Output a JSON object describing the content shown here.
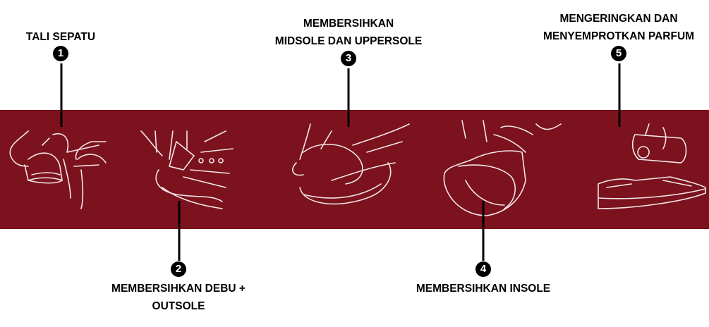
{
  "steps": [
    {
      "number": "1",
      "title_lines": [
        "TALI SEPATU"
      ]
    },
    {
      "number": "2",
      "title_lines": [
        "MEMBERSIHKAN DEBU +",
        "OUTSOLE"
      ]
    },
    {
      "number": "3",
      "title_lines": [
        "MEMBERSIHKAN",
        "MIDSOLE DAN UPPERSOLE"
      ]
    },
    {
      "number": "4",
      "title_lines": [
        "MEMBERSIHKAN INSOLE"
      ]
    },
    {
      "number": "5",
      "title_lines": [
        "MENGERINGKAN DAN",
        "MENYEMPROTKAN PARFUM"
      ]
    }
  ],
  "colors": {
    "band": "#7b121e",
    "sketch": "#f3e6e8"
  }
}
